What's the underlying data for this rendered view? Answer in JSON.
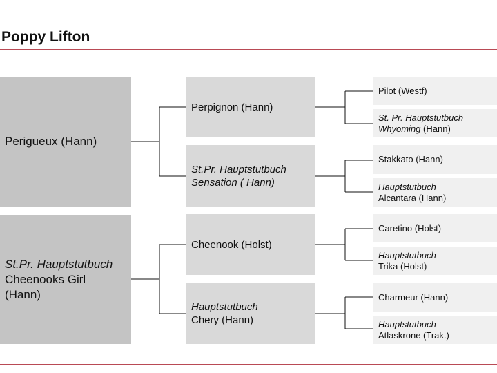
{
  "title": "Poppy Lifton",
  "pedigree": {
    "sire": {
      "name": "Perigueux (Hann)",
      "sire": {
        "name": "Perpignon (Hann)",
        "sire": {
          "name": "Pilot (Westf)"
        },
        "dam": {
          "prefix": "St. Pr. Hauptstutbuch",
          "name": "Whyoming",
          "suffix": " (Hann)"
        }
      },
      "dam": {
        "prefix": "St.Pr. Hauptstutbuch",
        "name": "Sensation ( Hann)",
        "sire": {
          "name": "Stakkato (Hann)"
        },
        "dam": {
          "prefix": "Hauptstutbuch",
          "name": "Alcantara (Hann)"
        }
      }
    },
    "dam": {
      "prefix": "St.Pr. Hauptstutbuch",
      "name_line1": "Cheenooks Girl",
      "name_line2": "(Hann)",
      "sire": {
        "name": "Cheenook (Holst)",
        "sire": {
          "name": "Caretino (Holst)"
        },
        "dam": {
          "prefix": "Hauptstutbuch",
          "name": "Trika (Holst)"
        }
      },
      "dam": {
        "prefix": "Hauptstutbuch",
        "name": "Chery (Hann)",
        "sire": {
          "name": "Charmeur (Hann)"
        },
        "dam": {
          "prefix": "Hauptstutbuch",
          "name": "Atlaskrone (Trak.)"
        }
      }
    }
  }
}
